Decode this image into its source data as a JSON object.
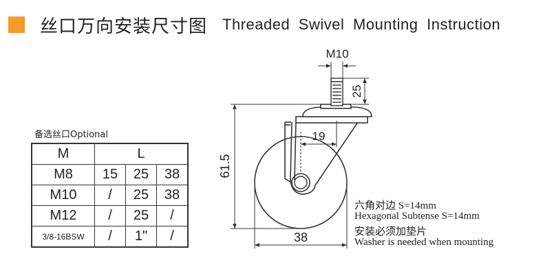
{
  "header": {
    "title_cn": "丝口万向安装尺寸图",
    "title_en": "Threaded Swivel Mounting Instruction",
    "accent_color": "#f39c2a"
  },
  "optional_label": "备选丝口Optional",
  "table": {
    "header": [
      "M",
      "L"
    ],
    "rows": [
      {
        "m": "M8",
        "l": [
          "15",
          "25",
          "38"
        ]
      },
      {
        "m": "M10",
        "l": [
          "/",
          "25",
          "38"
        ]
      },
      {
        "m": "M12",
        "l": [
          "/",
          "25",
          "/"
        ]
      },
      {
        "m": "3/8-16BSW",
        "l": [
          "/",
          "1\"",
          "/"
        ]
      }
    ]
  },
  "dimensions": {
    "thread": "M10",
    "stem_length": "25",
    "offset": "19",
    "height": "61.5",
    "wheel_diameter": "38"
  },
  "notes": [
    "六角对边 S=14mm",
    "Hexagonal Subtense S=14mm",
    "安装必须加垫片",
    "Washer is needed when mounting"
  ]
}
